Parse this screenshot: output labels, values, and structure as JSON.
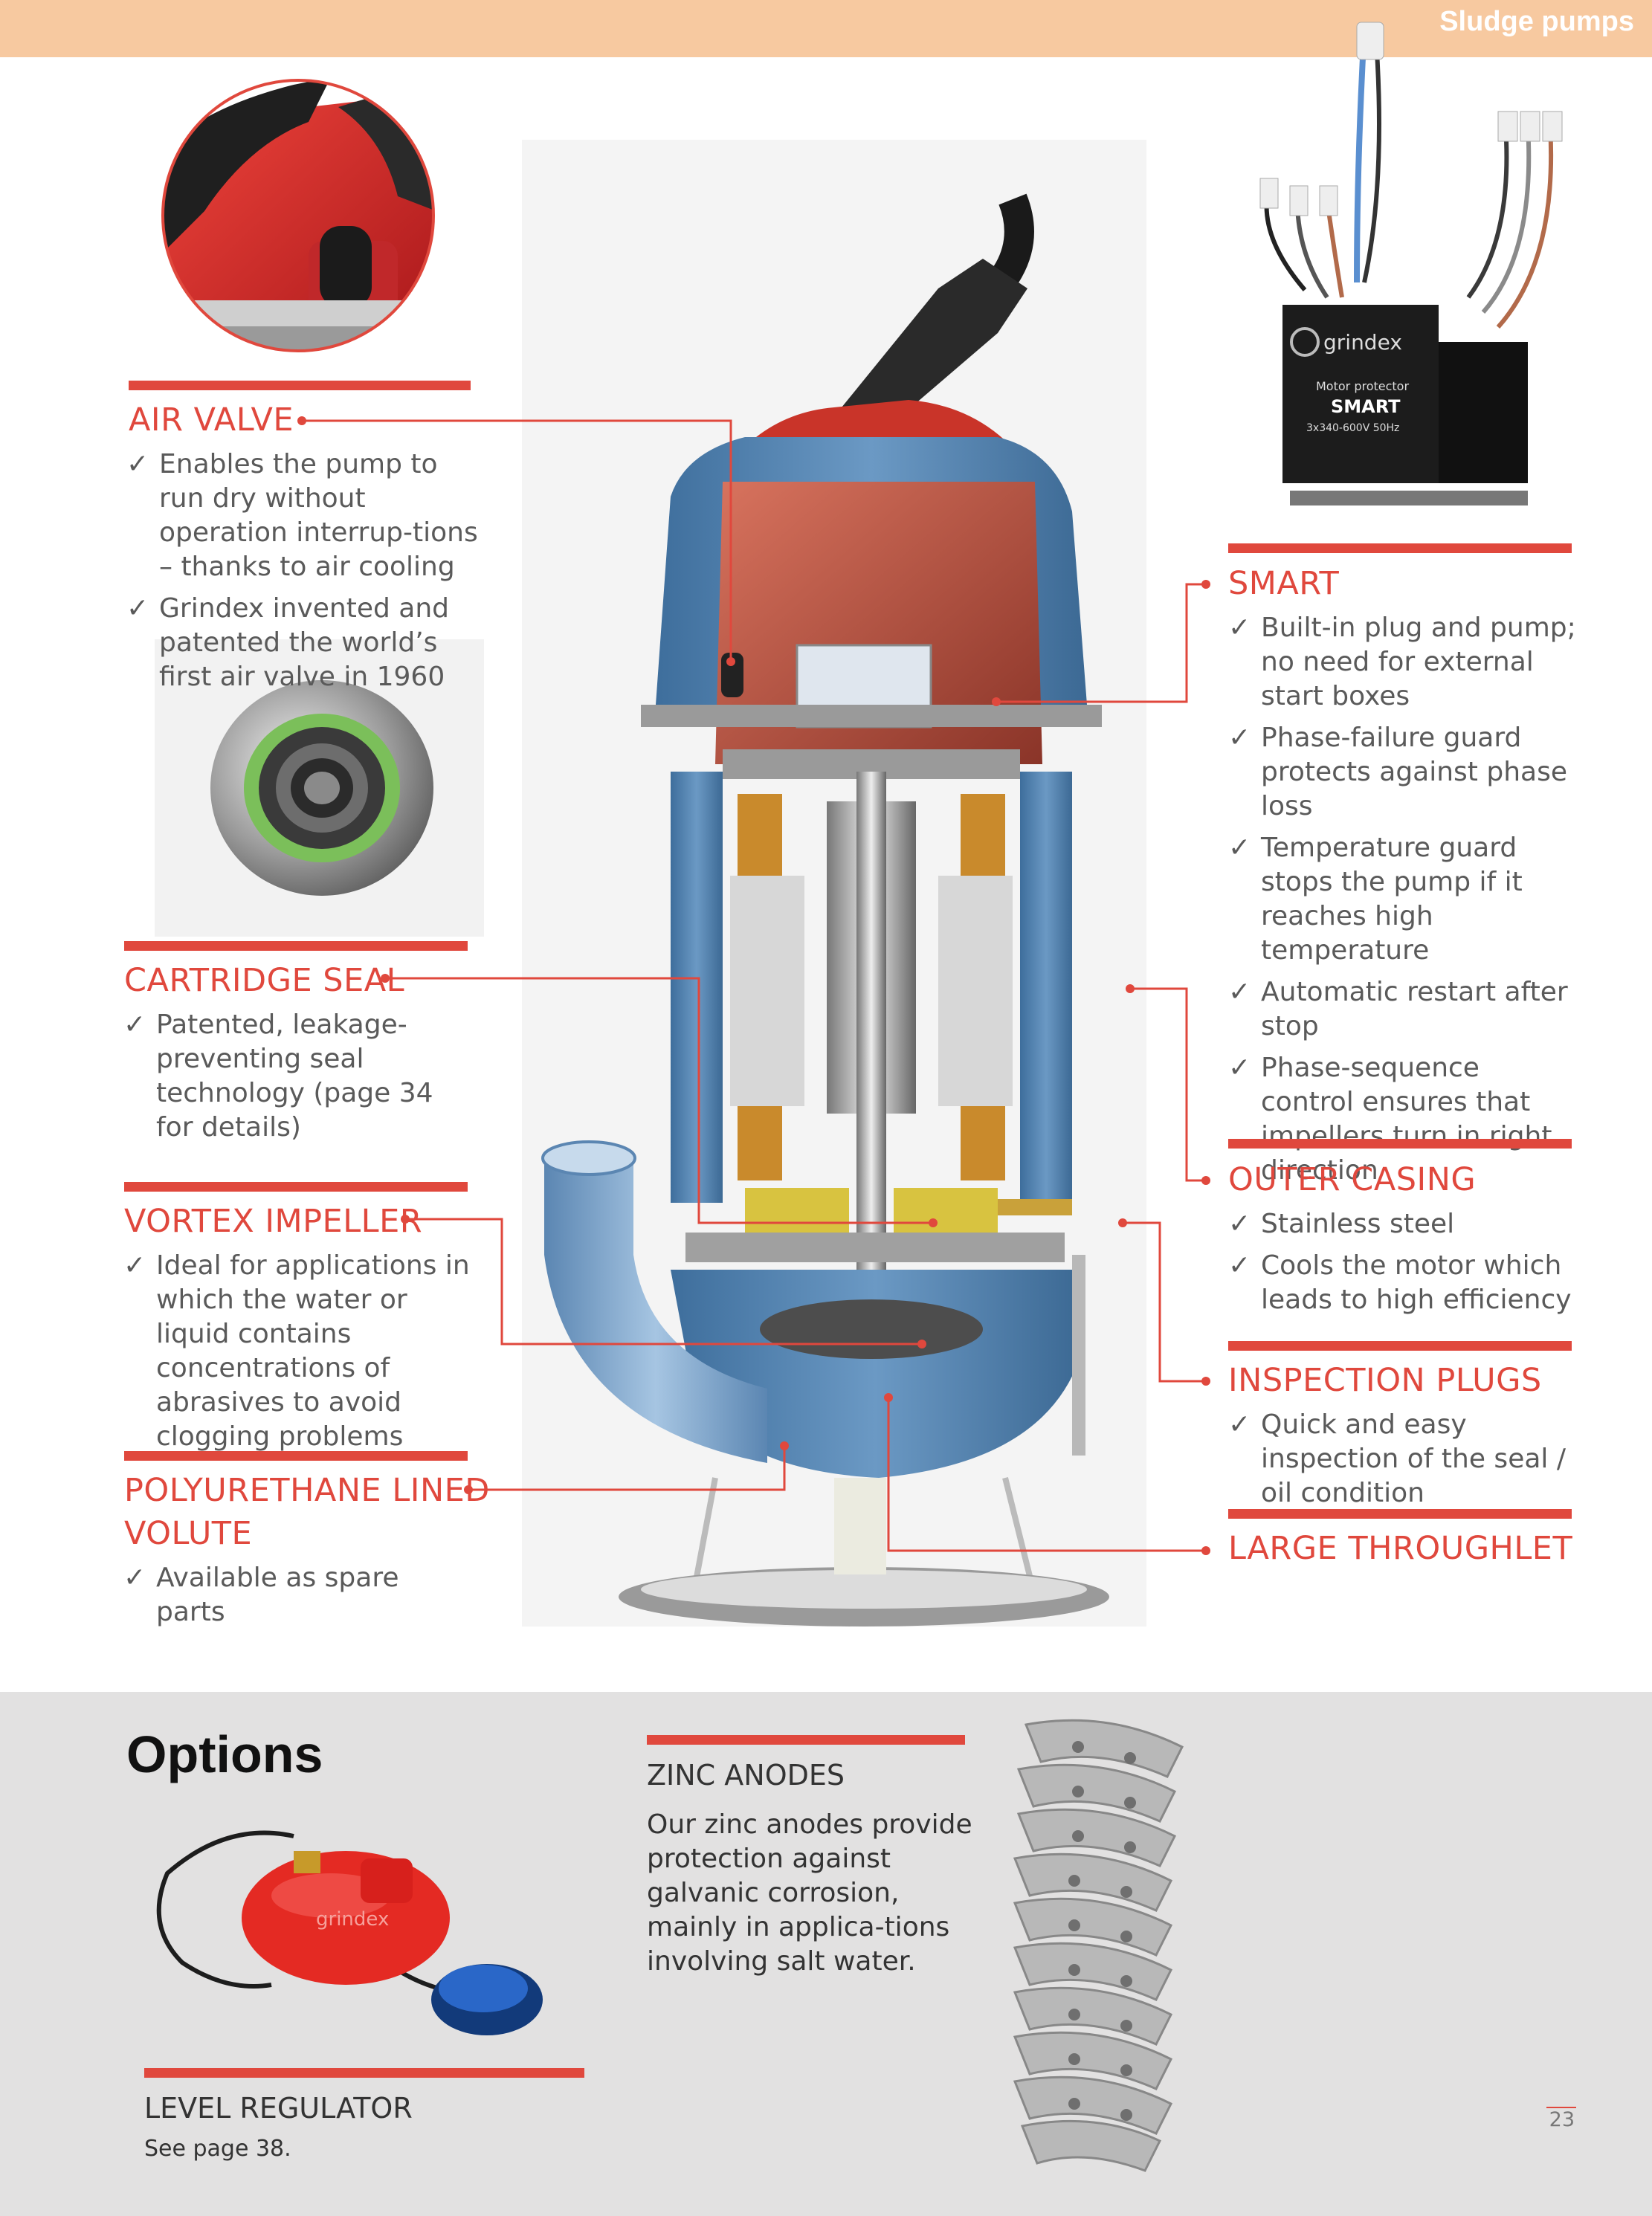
{
  "header": {
    "title": "Sludge pumps"
  },
  "features": {
    "air_valve": {
      "title": "AIR VALVE",
      "bullets": [
        "Enables the pump to run dry without operation interrup-tions – thanks to air cooling",
        "Grindex invented and patented the world’s first air valve in 1960"
      ]
    },
    "cartridge_seal": {
      "title": "CARTRIDGE SEAL",
      "bullets": [
        "Patented, leakage-preventing seal technology (page 34 for details)"
      ]
    },
    "vortex_impeller": {
      "title": "VORTEX IMPELLER",
      "bullets": [
        "Ideal for applications in which the water or liquid contains concentrations of abrasives to avoid clogging problems"
      ]
    },
    "polyurethane_volute": {
      "title_line1": "POLYURETHANE LINED",
      "title_line2": "VOLUTE",
      "bullets": [
        "Available as spare parts"
      ]
    },
    "smart": {
      "title": "SMART",
      "bullets": [
        "Built-in plug and pump; no need for external start boxes",
        "Phase-failure guard protects against phase loss",
        "Temperature guard stops the pump if it reaches high temperature",
        "Automatic restart after stop",
        "Phase-sequence control ensures that impellers turn in right direction"
      ]
    },
    "outer_casing": {
      "title": "OUTER CASING",
      "bullets": [
        "Stainless steel",
        "Cools the motor which leads to high efficiency"
      ]
    },
    "inspection_plugs": {
      "title": "INSPECTION PLUGS",
      "bullets": [
        "Quick and easy inspection of the seal / oil condition"
      ]
    },
    "large_throughlet": {
      "title": "LARGE THROUGHLET"
    }
  },
  "smart_device": {
    "brand": "grindex",
    "line1": "Motor protector",
    "line2": "SMART",
    "line3": "3x340-600V 50Hz"
  },
  "options": {
    "title": "Options",
    "zinc_anodes": {
      "title": "ZINC ANODES",
      "text": "Our zinc anodes provide protection against galvanic corrosion, mainly in applica-tions involving salt water."
    },
    "level_regulator": {
      "title": "LEVEL REGULATOR",
      "text": "See page 38."
    },
    "regulator_brand": "grindex"
  },
  "page_number": "23",
  "colors": {
    "accent": "#e0483d",
    "header_band": "#f7c9a0",
    "options_band": "#e2e1e1"
  }
}
